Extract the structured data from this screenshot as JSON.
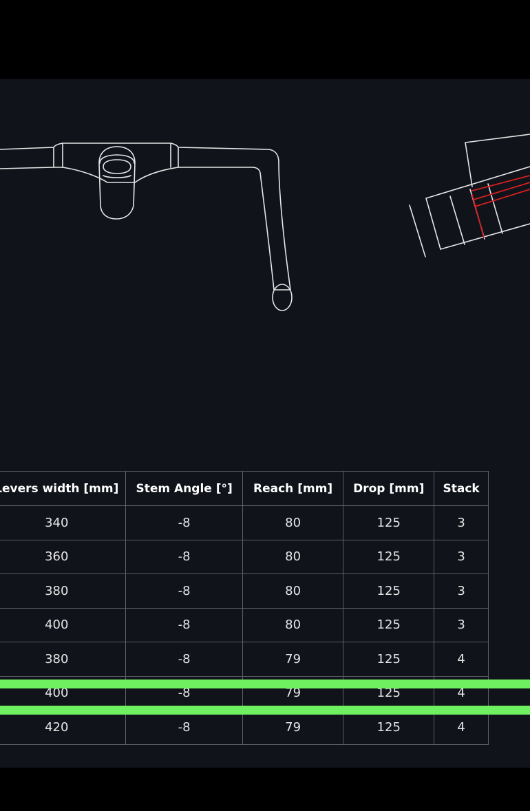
{
  "table": {
    "headers": [
      "",
      "Levers width [mm]",
      "Stem Angle [°]",
      "Reach [mm]",
      "Drop [mm]",
      "Stack"
    ],
    "rows": [
      [
        "",
        "340",
        "-8",
        "80",
        "125",
        "3"
      ],
      [
        "",
        "360",
        "-8",
        "80",
        "125",
        "3"
      ],
      [
        "",
        "380",
        "-8",
        "80",
        "125",
        "3"
      ],
      [
        "",
        "400",
        "-8",
        "80",
        "125",
        "3"
      ],
      [
        "",
        "380",
        "-8",
        "79",
        "125",
        "4"
      ],
      [
        "",
        "400",
        "-8",
        "79",
        "125",
        "4"
      ],
      [
        "",
        "420",
        "-8",
        "79",
        "125",
        "4"
      ]
    ]
  },
  "colors": {
    "page_background": "#000000",
    "panel_background": "#10131a",
    "line_art": "#e6e6e6",
    "measure_lines": "#d42020",
    "grid_lines": "#5d6068",
    "highlight": "#6ff060"
  },
  "highlighted_row_index": 5
}
